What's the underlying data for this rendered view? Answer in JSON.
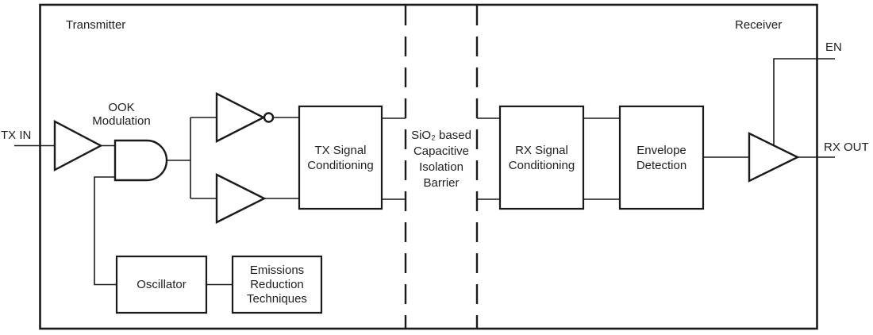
{
  "diagram": {
    "regions": {
      "transmitter": "Transmitter",
      "receiver": "Receiver"
    },
    "ports": {
      "tx_in": "TX IN",
      "en": "EN",
      "rx_out": "RX OUT"
    },
    "annotations": {
      "ook_modulation": "OOK\nModulation",
      "isolation_barrier": "SiO₂ based\nCapacitive\nIsolation\nBarrier"
    },
    "blocks": {
      "tx_signal_conditioning": "TX Signal\nConditioning",
      "rx_signal_conditioning": "RX Signal\nConditioning",
      "envelope_detection": "Envelope\nDetection",
      "oscillator": "Oscillator",
      "emissions_reduction": "Emissions\nReduction\nTechniques"
    },
    "colors": {
      "line": "#1a1a1a",
      "text": "#1f1f1f",
      "background": "#ffffff"
    }
  }
}
